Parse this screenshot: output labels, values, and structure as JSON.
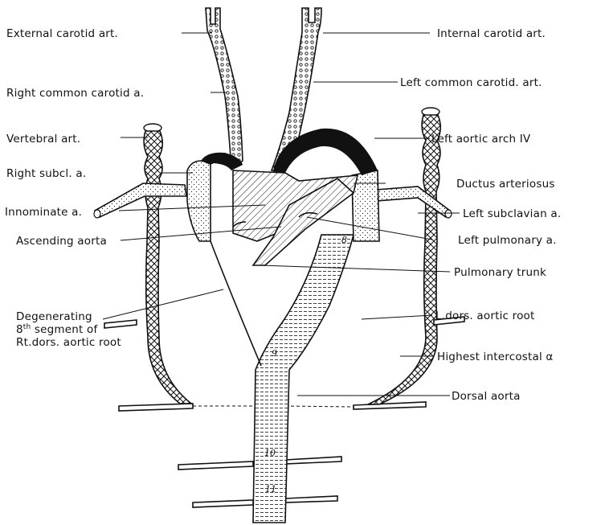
{
  "labels": {
    "external_carotid": "External carotid art.",
    "internal_carotid": "Internal carotid art.",
    "right_common_carotid": "Right common carotid a.",
    "left_common_carotid": "Left common carotid. art.",
    "vertebral": "Vertebral art.",
    "left_aortic_arch": "Left aortic arch IV",
    "right_subclavian": "Right subcl. a.",
    "ductus_arteriosus": "Ductus arteriosus",
    "innominate": "Innominate a.",
    "left_subclavian": "Left subclavian a.",
    "left_pulmonary": "Left pulmonary a.",
    "ascending_aorta": "Ascending aorta",
    "pulmonary_trunk": "Pulmonary trunk",
    "degenerating_line1": "Degenerating",
    "degenerating_line2_prefix": "8",
    "degenerating_line2_sup": "th",
    "degenerating_line2_suffix": " segment of",
    "degenerating_line3": "Rt.dors. aortic root",
    "left_dorsal_root": "L.dors. aortic root",
    "highest_intercostal": "Highest intercostal α",
    "dorsal_aorta": "Dorsal aorta"
  },
  "segment_numbers": [
    "8",
    "9",
    "10",
    "11"
  ],
  "colors": {
    "ink": "#111111",
    "paper": "#ffffff"
  }
}
